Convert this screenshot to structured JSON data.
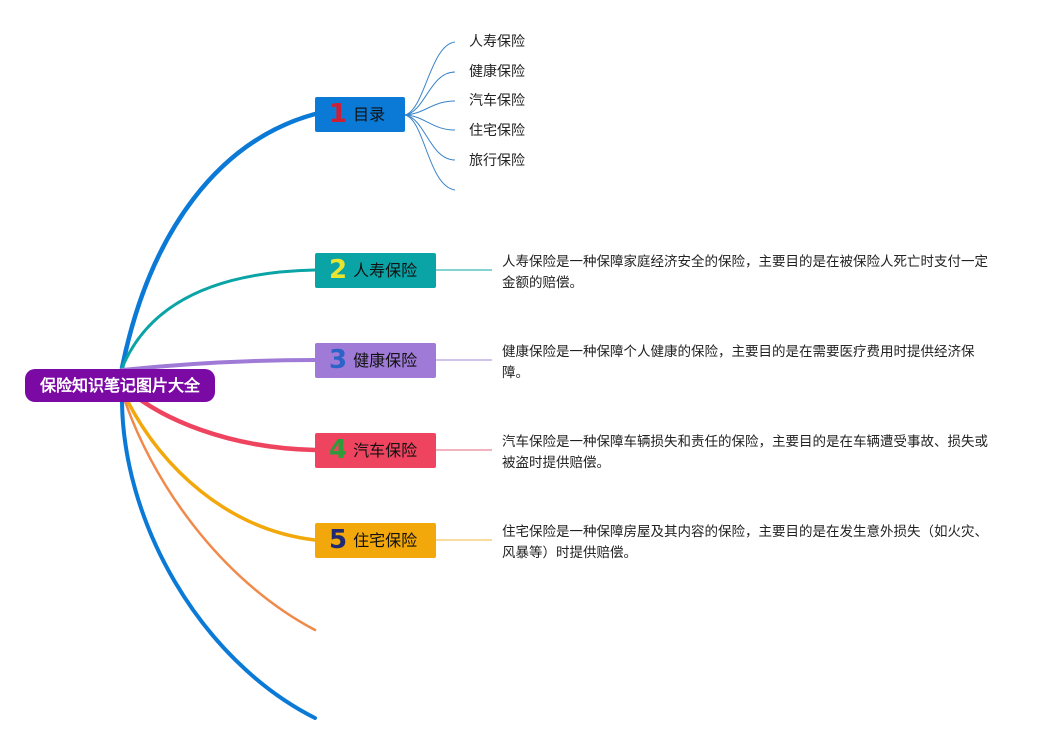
{
  "root": {
    "label": "保险知识笔记图片大全"
  },
  "branches": [
    {
      "number": "1",
      "label": "目录",
      "number_color": "#cc1f35",
      "color": "#0a7ad6",
      "children": [
        "人寿保险",
        "健康保险",
        "汽车保险",
        "住宅保险",
        "旅行保险"
      ]
    },
    {
      "number": "2",
      "label": "人寿保险",
      "number_color": "#e9e430",
      "color": "#0aa4a6",
      "description": "人寿保险是一种保障家庭经济安全的保险，主要目的是在被保险人死亡时支付一定金额的赔偿。"
    },
    {
      "number": "3",
      "label": "健康保险",
      "number_color": "#2b63c8",
      "color": "#9f7ad6",
      "description": "健康保险是一种保障个人健康的保险，主要目的是在需要医疗费用时提供经济保障。"
    },
    {
      "number": "4",
      "label": "汽车保险",
      "number_color": "#2e9b3a",
      "color": "#ee4460",
      "description": "汽车保险是一种保障车辆损失和责任的保险，主要目的是在车辆遭受事故、损失或被盗时提供赔偿。"
    },
    {
      "number": "5",
      "label": "住宅保险",
      "number_color": "#1f2a73",
      "color": "#f2a80a",
      "description": "住宅保险是一种保障房屋及其内容的保险，主要目的是在发生意外损失（如火灾、风暴等）时提供赔偿。"
    }
  ],
  "colors": {
    "root": "#7b0aa5",
    "extra_branch_orange": "#f08a4b",
    "extra_branch_blue": "#0a7ad6"
  }
}
